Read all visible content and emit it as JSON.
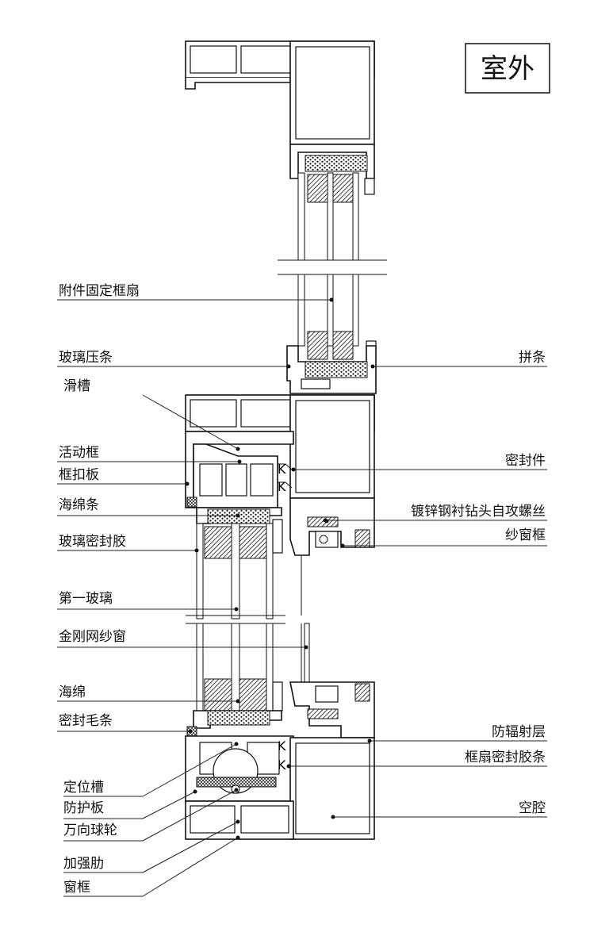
{
  "badge": {
    "text": "室外"
  },
  "labels_left": [
    "附件固定框扇",
    "玻璃压条",
    "滑槽",
    "活动框",
    "框扣板",
    "海绵条",
    "玻璃密封胶",
    "第一玻璃",
    "金刚网纱窗",
    "海绵",
    "密封毛条",
    "定位槽",
    "防护板",
    "万向球轮",
    "加强肋",
    "窗框"
  ],
  "labels_right": [
    "拼条",
    "密封件",
    "镀锌钢衬钻头自攻螺丝",
    "纱窗框",
    "防辐射层",
    "框扇密封胶条",
    "空腔"
  ]
}
